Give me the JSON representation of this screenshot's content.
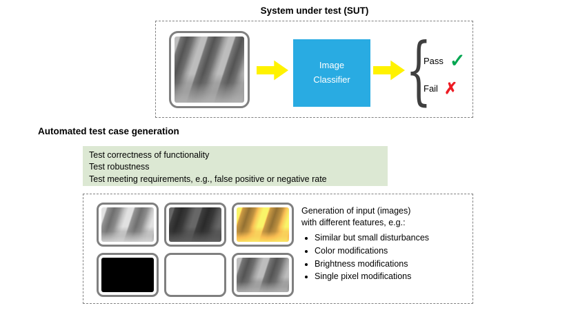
{
  "sut": {
    "title": "System under test (SUT)",
    "classifier_label": "Image\nClassifier",
    "pass_label": "Pass",
    "fail_label": "Fail",
    "check_glyph": "✓",
    "cross_glyph": "✗",
    "brace_glyph": "{"
  },
  "generation": {
    "heading": "Automated test case generation",
    "goals": [
      "Test correctness of functionality",
      "Test robustness",
      "Test meeting requirements, e.g., false positive or negative rate"
    ],
    "description_lines": [
      "Generation of input (images)",
      "with different features, e.g.:"
    ],
    "features": [
      "Similar but small disturbances",
      "Color modifications",
      "Brightness modifications",
      "Single pixel modifications"
    ],
    "sample_variants": [
      "grayscale-brightened",
      "grayscale-darkened",
      "color-shifted-yellow",
      "all-black",
      "all-white",
      "original-grayscale"
    ]
  },
  "colors": {
    "classifier_blue": "#29abe2",
    "arrow_yellow": "#fff200",
    "goals_background_green": "#dce8d3",
    "pass_check_green": "#00a651",
    "fail_cross_red": "#ed1c24"
  }
}
